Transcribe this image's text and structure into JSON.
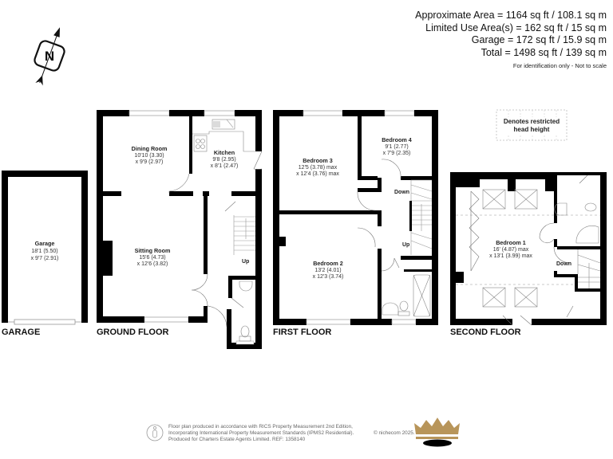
{
  "areas": {
    "approx": "Approximate Area = 1164 sq ft / 108.1 sq m",
    "limited": "Limited Use Area(s) = 162 sq ft / 15 sq m",
    "garage": "Garage = 172 sq ft / 15.9  sq m",
    "total": "Total = 1498 sq ft / 139 sq m",
    "note": "For identification only - Not to scale"
  },
  "compass": {
    "label": "N",
    "icon": "north-compass-icon"
  },
  "legend": {
    "line1": "Denotes restricted",
    "line2": "head height"
  },
  "floors": {
    "garage": {
      "label": "GARAGE",
      "rooms": [
        {
          "name": "Garage",
          "dim1": "18'1 (5.50)",
          "dim2": "x 9'7 (2.91)"
        }
      ]
    },
    "ground": {
      "label": "GROUND FLOOR",
      "rooms": [
        {
          "name": "Dining Room",
          "dim1": "10'10 (3.30)",
          "dim2": "x  9'9 (2.97)"
        },
        {
          "name": "Kitchen",
          "dim1": "9'8 (2.95)",
          "dim2": "x 8'1 (2.47)"
        },
        {
          "name": "Sitting Room",
          "dim1": "15'6 (4.73)",
          "dim2": "x 12'6 (3.82)"
        }
      ],
      "stairs": "Up"
    },
    "first": {
      "label": "FIRST FLOOR",
      "rooms": [
        {
          "name": "Bedroom 3",
          "dim1": "12'5 (3.78) max",
          "dim2": "x 12'4 (3.76) max"
        },
        {
          "name": "Bedroom 4",
          "dim1": "9'1 (2.77)",
          "dim2": "x 7'9 (2.35)"
        },
        {
          "name": "Bedroom 2",
          "dim1": "13'2 (4.01)",
          "dim2": "x 12'3 (3.74)"
        }
      ],
      "stairs_down": "Down",
      "stairs_up": "Up"
    },
    "second": {
      "label": "SECOND FLOOR",
      "rooms": [
        {
          "name": "Bedroom 1",
          "dim1": "16' (4.87) max",
          "dim2": "x 13'1 (3.99) max"
        }
      ],
      "stairs_down": "Down"
    }
  },
  "footer": {
    "line1": "Floor plan produced in accordance with RICS Property Measurement 2nd Edition,",
    "line2": "Incorporating International Property Measurement Standards (IPMS2 Residential).",
    "line3": "Produced for Charters Estate Agents Limited.   REF: 1358140",
    "copyright": "© nichecom 2025.",
    "logo": "crown-logo-icon"
  },
  "colors": {
    "wall": "#000000",
    "fixture": "#9a9a9a",
    "crown_gold": "#b8955a",
    "dashed": "#bbbbbb"
  }
}
